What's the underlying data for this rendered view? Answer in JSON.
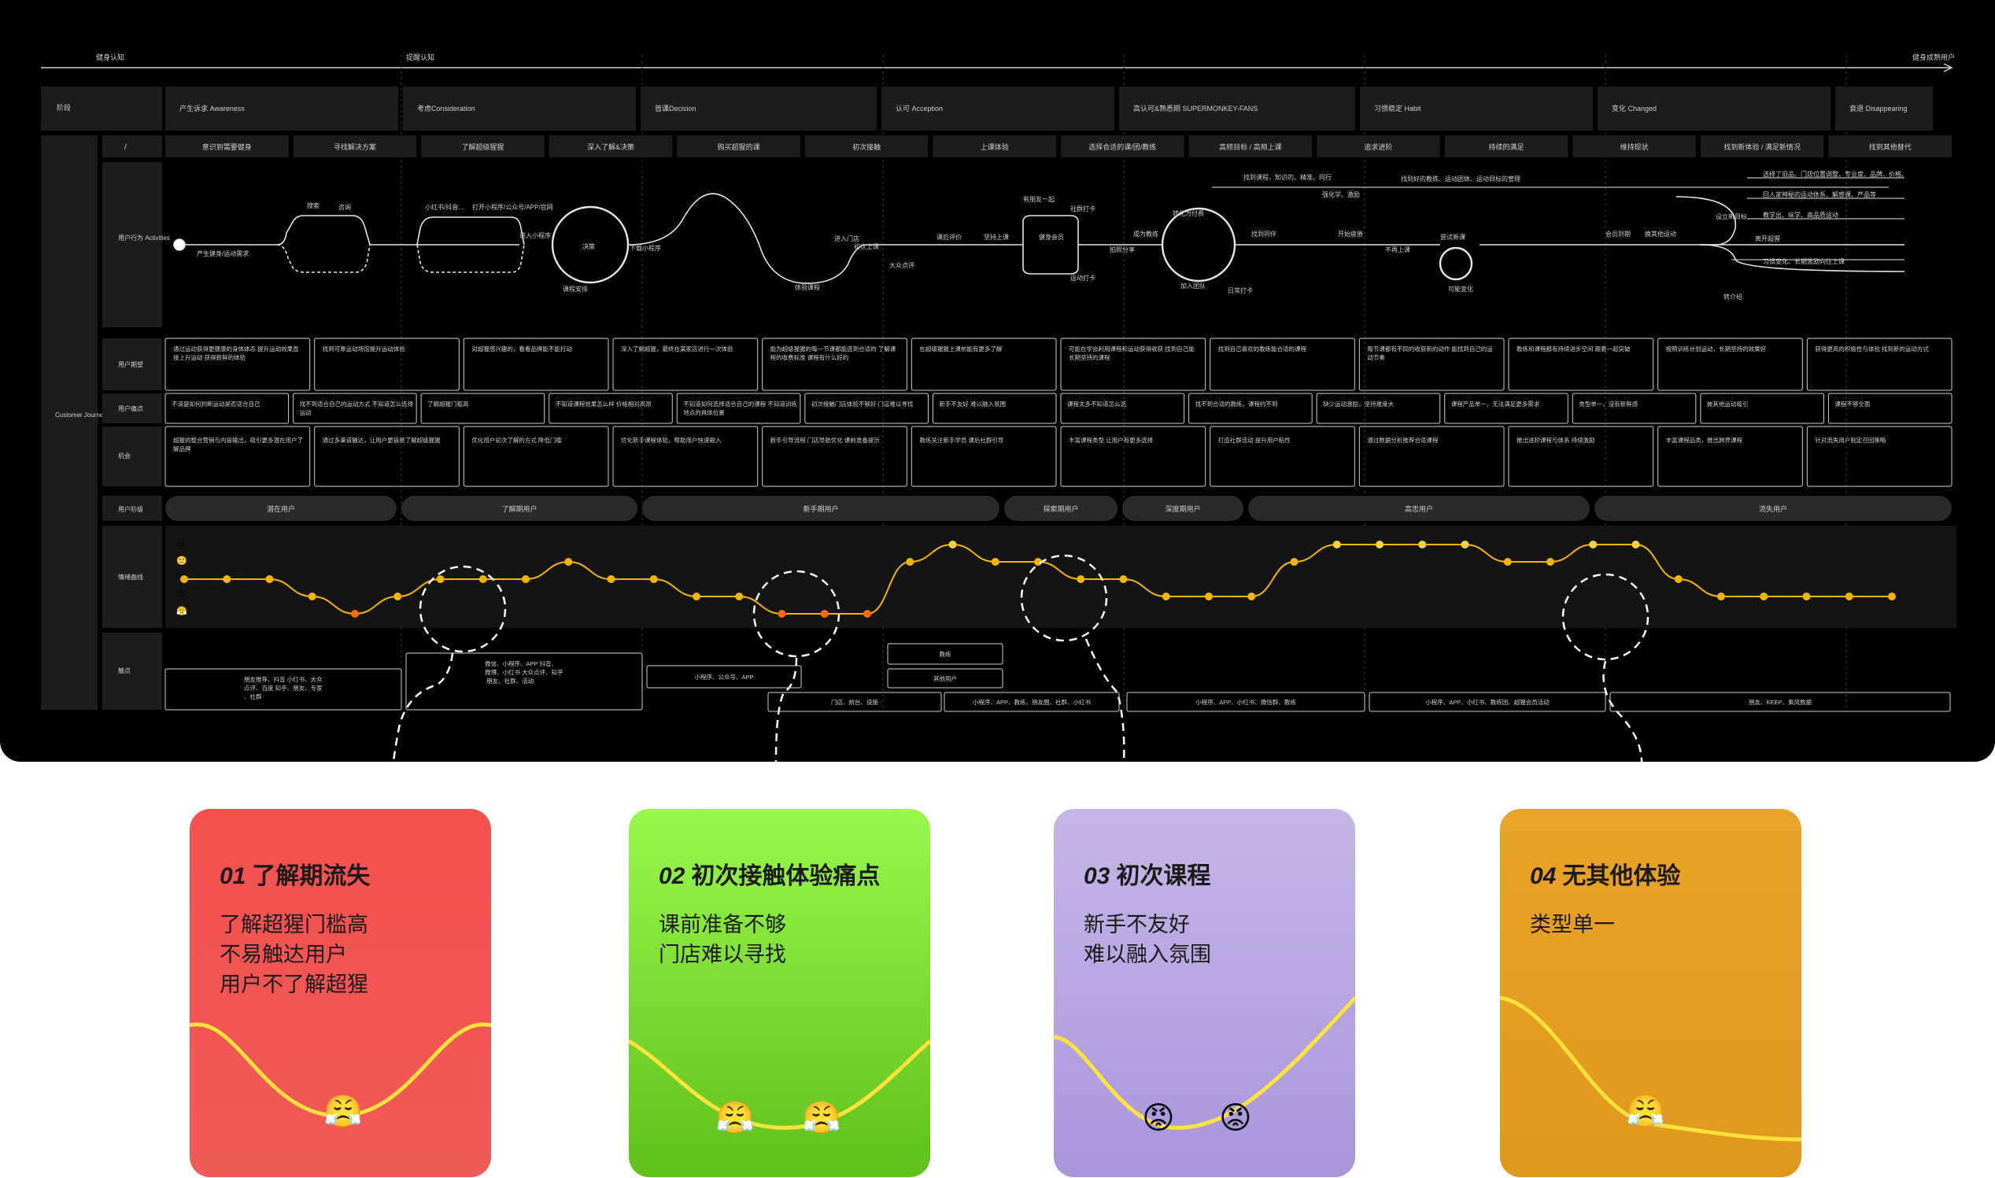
{
  "journey": {
    "top_axis": {
      "left": "健身认知",
      "mid": "提醒认知",
      "right": "健身成熟用户"
    },
    "row_labels": {
      "stage": "阶段",
      "map": "Customer Journey Map",
      "activities": "用户行为 Activities",
      "expectation": "用户期望",
      "pain": "用户痛点",
      "opportunity": "机会",
      "segment": "用户阶级",
      "emotion": "情绪曲线",
      "touchpoint": "触点",
      "slash": "/"
    },
    "stages": [
      "产生诉求 Awareness",
      "考虑Consideration",
      "首课Decision",
      "认可 Acception",
      "高认可&熟悉期  SUPERMONKEY-FANS",
      "习惯稳定 Habit",
      "变化 Changed",
      "衰退 Disappearing"
    ],
    "substages": [
      "意识到需要健身",
      "寻找解决方案",
      "了解超级猩猩",
      "深入了解&决策",
      "购买超猩的课",
      "初次接触",
      "上课体验",
      "选择合适的课/团/教练",
      "高频目标 / 高频上课",
      "追求进阶",
      "持续的满足",
      "维持现状",
      "找到新体验 / 满足新情况",
      "找到其他替代"
    ],
    "activities": [
      "产生健身/运动需求",
      "搜索",
      "咨询",
      "小红书/抖音…",
      "打开小程序/公众号/APP/官网",
      "进入小程序",
      "决策",
      "课程安排",
      "下载小程序",
      "进入门店",
      "体验课程",
      "初次上课",
      "大众点评",
      "课后评价",
      "坚持上课",
      "有朋友一起",
      "健身会员",
      "社群打卡",
      "运动打卡",
      "拍照分享",
      "成为教练",
      "转化为付费",
      "加入团队",
      "日常打卡",
      "找到同伴",
      "开始疲倦",
      "不再上课",
      "尝试新课",
      "可能变化",
      "会员到期",
      "换其他运动",
      "设立新目标",
      "转介绍",
      "离开超猩"
    ],
    "top_notes": [
      "找到课程，知识的、精准、同行",
      "找到好的教练、运动团体、运动目标的管理",
      "强化学、激励",
      "选择了旧品、门店位置调整、专业度、品牌、价格。",
      "回人家神秘的运动体系、解惑课、产品等",
      "教学出、纵学、高品质运动",
      "习惯变化、长期激励向往上课"
    ],
    "expectations": [
      "通过运动获得更健康的身体体态 提升运动效果直接上升运动 获得新鲜的体验",
      "找到可靠运动场馆提升运动体验",
      "对超猩感兴趣的，看看品牌能不能打动",
      "深入了解超猩，最终在某家店进行一次体验",
      "能为超级猩猩的每一节课都能选到合适的 了解课程的收费标准 课程有什么好的",
      "在超级猩猩上课前能有更多了解",
      "可能在学会利用课程和运动获得收获 找到自己能长期坚持的课程",
      "找到自己喜欢的教练能合适的课程",
      "每节课都有不同的收获新的动作 能找到自己的运动节奏",
      "教练和课程都有持续进步空间 跟着一起突破",
      "按照训练计划运动，长期坚持的效果好",
      "获得更高的积极性与体验 找到新的运动方式"
    ],
    "pains": [
      "不清楚如何判断运动是否适合自己",
      "找不到适合自己的运动方式 不知道怎么选择运动",
      "了解超猩门槛高",
      "不知道课程效果怎么样 价格相对高昂",
      "不知道如何选择适合自己的课程 不知道训练地点的具体位置",
      "初次接触门店体验不够好 门店难以寻找",
      "新手不友好 难以融入氛围",
      "课程太多不知道怎么选",
      "找不到合适的教练，课程约不到",
      "缺少运动激励，坚持难度大",
      "课程产品单一，无法满足更多需求",
      "类型单一，没有新鲜感",
      "被其他运动吸引",
      "课程不够全面"
    ],
    "opportunities": [
      "超猩的整合营销与内容输出，吸引更多潜在用户了解品牌",
      "通过多渠道触达，让用户更容易了解超级猩猩",
      "优化用户初次了解的方式 降低门槛",
      "优化新手课程体验，帮助用户快速融入",
      "新手引导流程 门店导航优化 课前准备提示",
      "教练关注新手学员 课后社群引导",
      "丰富课程类型 让用户有更多选择",
      "打造社群活动 提升用户粘性",
      "通过数据分析推荐合适课程",
      "推出进阶课程与体系 持续激励",
      "丰富课程品类，推出跨界课程",
      "针对流失用户制定召回策略"
    ],
    "segments": [
      "潜在用户",
      "了解期用户",
      "新手期用户",
      "探索期用户",
      "深度期用户",
      "高忠用户",
      "流失用户"
    ],
    "touchpoints": [
      "朋友推荐、抖音 小红书、大众点评、百度 知乎、朋友、专家、社群",
      "微信、小程序、APP 抖音、微博、小红书 大众点评、知乎 朋友、社群、活动",
      "小程序、公众号、APP",
      "门店、前台、设施",
      "教练",
      "其他用户",
      "小程序、APP、教练、朋友圈、社群、小红书",
      "小程序、APP、小红书、微信群、教练",
      "小程序、APP、小红书、教练团、超猩会员活动",
      "朋友、KEEP、乘风数据"
    ],
    "emotion_values": [
      3,
      3,
      3,
      2,
      1,
      2,
      3,
      3,
      3,
      4,
      3,
      3,
      2,
      2,
      1,
      1,
      1,
      4,
      5,
      4,
      4,
      3,
      3,
      2,
      2,
      2,
      4,
      5,
      5,
      5,
      5,
      4,
      4,
      5,
      5,
      3,
      2,
      2,
      2,
      2,
      2
    ]
  },
  "cards": [
    {
      "num": "01",
      "title": "了解期流失",
      "lines": [
        "了解超猩门槛高",
        "不易触达用户",
        "用户不了解超猩"
      ],
      "color_top": "#f4514e",
      "color_bottom": "#f05a57",
      "emojis": [
        "😤"
      ]
    },
    {
      "num": "02",
      "title": "初次接触体验痛点",
      "lines": [
        "课前准备不够",
        "门店难以寻找"
      ],
      "color_top": "#9af74c",
      "color_bottom": "#5fc01a",
      "emojis": [
        "😤",
        "😤"
      ]
    },
    {
      "num": "03",
      "title": "初次课程",
      "lines": [
        "新手不友好",
        "难以融入氛围"
      ],
      "color_top": "#c5b6e6",
      "color_bottom": "#a995dc",
      "emojis": [
        "😡",
        "😡"
      ]
    },
    {
      "num": "04",
      "title": "无其他体验",
      "lines": [
        "类型单一"
      ],
      "color_top": "#e8a426",
      "color_bottom": "#e0981c",
      "emojis": [
        "😤"
      ]
    }
  ]
}
